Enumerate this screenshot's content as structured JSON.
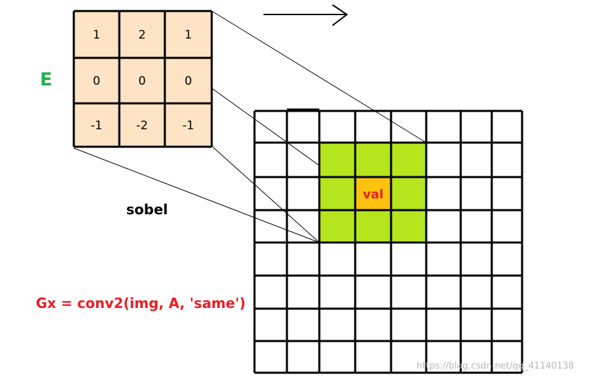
{
  "kernel": {
    "rows": [
      [
        "1",
        "2",
        "1"
      ],
      [
        "0",
        "0",
        "0"
      ],
      [
        "-1",
        "-2",
        "-1"
      ]
    ],
    "fill": "#fce4c4"
  },
  "labels": {
    "kernel_name": "E",
    "method": "sobel",
    "formula": "Gx = conv2(img, A, 'same')",
    "center_value": "val"
  },
  "image_grid": {
    "rows": 8,
    "cols": 8,
    "window_fill": "#b5e61d",
    "center_fill": "#ffc20e"
  },
  "watermark": "https://blog.csdn.net/qq_41140138",
  "colors": {
    "kernel_label": "#22b14c",
    "formula": "#ed1c24",
    "center_text": "#ed1c24"
  }
}
